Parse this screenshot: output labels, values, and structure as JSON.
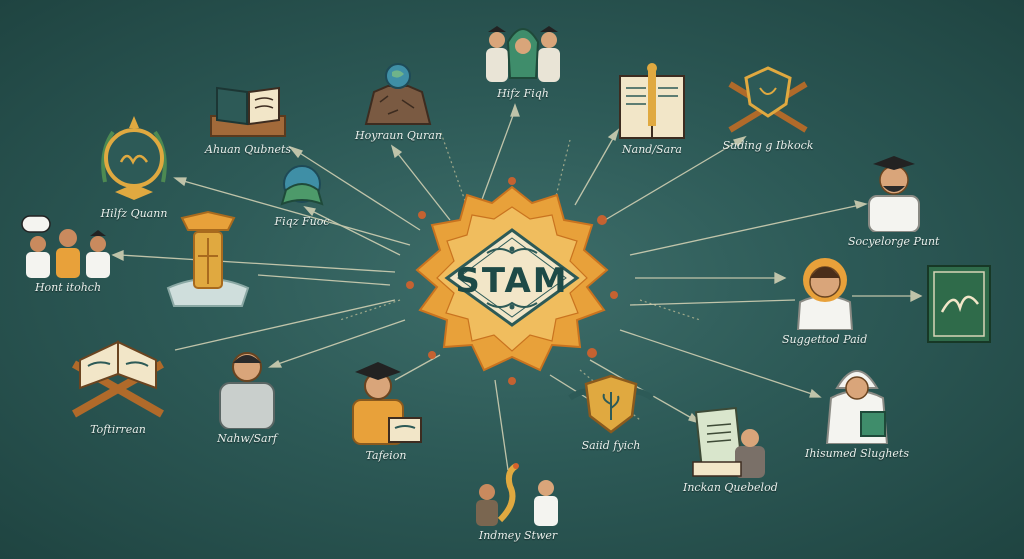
{
  "center": {
    "title": "STAM"
  },
  "colors": {
    "background": "#2d5a57",
    "accent_orange": "#e8a13a",
    "cream": "#f2e6c8",
    "teal_text": "#1e4a47",
    "label": "#e9f0ec"
  },
  "nodes": [
    {
      "id": "hifz-fiqh",
      "label": "Hifz Fiqh",
      "icon": "students-turban-icon"
    },
    {
      "id": "hoyraun-quran",
      "label": "Hoyraun Quran",
      "icon": "globe-rock-icon"
    },
    {
      "id": "ahuan-qubnets",
      "label": "Ahuan Qubnets",
      "icon": "open-book-icon"
    },
    {
      "id": "hifz-quann",
      "label": "Hilfz Quann",
      "icon": "calligraphy-seal-icon"
    },
    {
      "id": "figz-fuoc",
      "label": "Fiqz Fuoc",
      "icon": "green-globe-icon"
    },
    {
      "id": "hont-itohch",
      "label": "Hont itohch",
      "icon": "group-discussion-icon"
    },
    {
      "id": "lantern",
      "label": "",
      "icon": "golden-lantern-icon"
    },
    {
      "id": "toftirrean",
      "label": "Toftirrean",
      "icon": "quran-stand-icon"
    },
    {
      "id": "nahw-sarf",
      "label": "Nahw/Sarf",
      "icon": "student-icon"
    },
    {
      "id": "tafeion",
      "label": "Tafeion",
      "icon": "graduate-tablet-icon"
    },
    {
      "id": "indmey-stwer",
      "label": "Indmey Stwer",
      "icon": "lamp-people-icon"
    },
    {
      "id": "saiid-fyich",
      "label": "Saiid fyich",
      "icon": "shield-plant-icon"
    },
    {
      "id": "inckan-quebelod",
      "label": "Inckan Quebelod",
      "icon": "reader-book-icon"
    },
    {
      "id": "ihisumed-slughets",
      "label": "Ihisumed Slughets",
      "icon": "imam-tablet-icon"
    },
    {
      "id": "suggettod-paid",
      "label": "Suggettod Paid",
      "icon": "woman-icon"
    },
    {
      "id": "book-right",
      "label": "",
      "icon": "green-calligraphy-book-icon"
    },
    {
      "id": "socyelorge-punt",
      "label": "Socyelorge Punt",
      "icon": "teacher-icon"
    },
    {
      "id": "suding-ibkock",
      "label": "Suding g Ibkock",
      "icon": "book-stand-emblem-icon"
    },
    {
      "id": "nand-sara",
      "label": "Nand/Sara",
      "icon": "book-ribbon-icon"
    }
  ]
}
